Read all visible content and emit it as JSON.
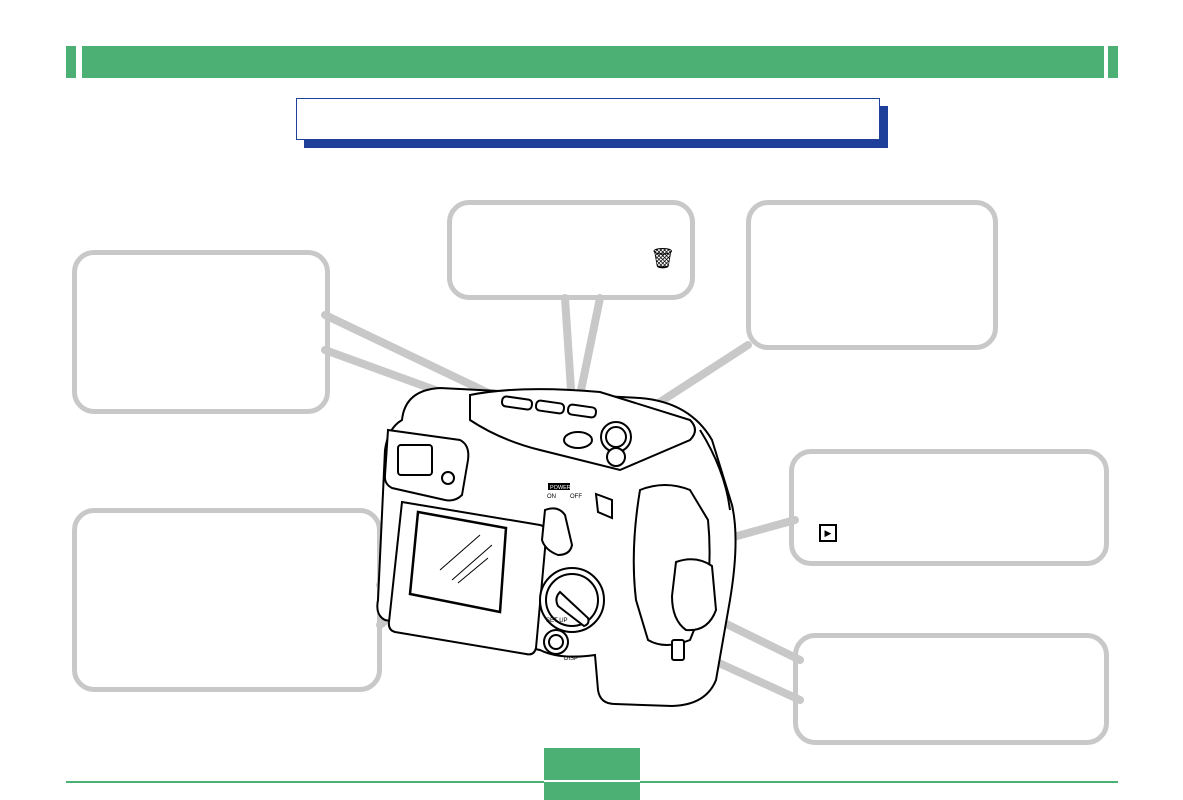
{
  "header": {
    "bar_color": "#4caf73"
  },
  "title_box": {
    "border_color": "#1e3f9a"
  },
  "callouts": {
    "top_middle": {
      "icon": "erase-trash-icon"
    },
    "right_middle": {
      "icon": "play-mode-icon"
    }
  },
  "camera_labels": {
    "power": "POWER",
    "on": "ON",
    "off": "OFF",
    "setup": "SET UP",
    "disp": "DISP"
  },
  "footer": {
    "line_color": "#4caf73"
  }
}
